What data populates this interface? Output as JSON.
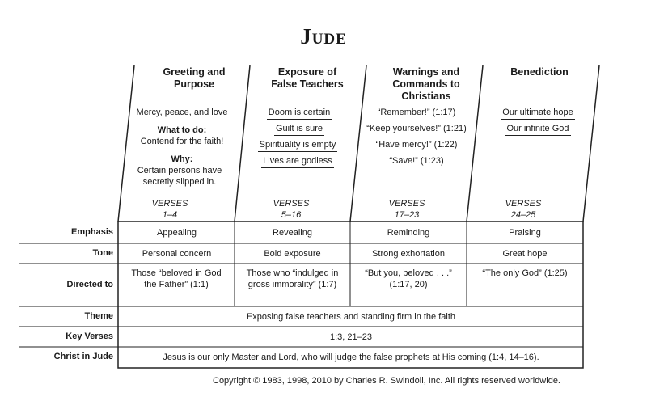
{
  "title": "Jude",
  "sections": [
    {
      "heading": "Greeting and Purpose",
      "lines": [
        "Mercy, peace, and love"
      ],
      "what_to_do_label": "What to do:",
      "what_to_do": "Contend for the faith!",
      "why_label": "Why:",
      "why": "Certain persons have secretly slipped in.",
      "verses_label": "VERSES",
      "verses": "1–4"
    },
    {
      "heading": "Exposure of False Teachers",
      "lines": [
        "Doom is certain",
        "Guilt is sure",
        "Spirituality is empty",
        "Lives are godless"
      ],
      "verses_label": "VERSES",
      "verses": "5–16"
    },
    {
      "heading": "Warnings and Commands to Christians",
      "lines": [
        "“Remember!” (1:17)",
        "“Keep yourselves!” (1:21)",
        "“Have mercy!” (1:22)",
        "“Save!” (1:23)"
      ],
      "verses_label": "VERSES",
      "verses": "17–23"
    },
    {
      "heading": "Benediction",
      "lines": [
        "Our ultimate hope",
        "Our infinite God"
      ],
      "verses_label": "VERSES",
      "verses": "24–25"
    }
  ],
  "rows": {
    "emphasis": {
      "label": "Emphasis",
      "cells": [
        "Appealing",
        "Revealing",
        "Reminding",
        "Praising"
      ]
    },
    "tone": {
      "label": "Tone",
      "cells": [
        "Personal concern",
        "Bold exposure",
        "Strong exhortation",
        "Great hope"
      ]
    },
    "directed_to": {
      "label": "Directed to",
      "cells": [
        "Those “beloved in God the Father” (1:1)",
        "Those who “indulged in gross immorality” (1:7)",
        "“But you, beloved . . .” (1:17, 20)",
        "“The only God” (1:25)"
      ]
    },
    "theme": {
      "label": "Theme",
      "value": "Exposing false teachers and standing firm in the faith"
    },
    "key_verses": {
      "label": "Key Verses",
      "value": "1:3, 21–23"
    },
    "christ_in": {
      "label": "Christ in Jude",
      "value": "Jesus is our only Master and Lord, who will judge the false prophets at His coming (1:4, 14–16)."
    }
  },
  "copyright": "Copyright © 1983, 1998, 2010 by Charles R. Swindoll, Inc. All rights reserved worldwide."
}
